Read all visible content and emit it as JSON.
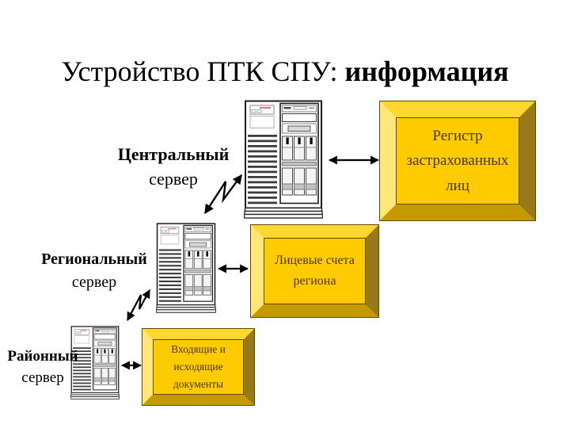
{
  "title": {
    "prefix": "Устройство ПТК СПУ: ",
    "emphasis": "информация"
  },
  "servers": {
    "central": {
      "name": "Центральный",
      "type": "сервер"
    },
    "regional": {
      "name": "Региональный",
      "type": "сервер"
    },
    "district": {
      "name": "Районный",
      "type": "сервер"
    }
  },
  "datastores": {
    "register": {
      "text": "Регистр застрахованных лиц"
    },
    "accounts": {
      "text": "Лицевые счета региона"
    },
    "documents": {
      "text": "Входящие и исходящие документы"
    }
  },
  "icons": {
    "server": "server-tower-icon",
    "link_horizontal": "double-arrow-icon",
    "link_zigzag": "zigzag-double-arrow-icon"
  },
  "colors": {
    "background": "#ffffff",
    "box_face": "#fecb00",
    "box_bevel_top": "#ffd72e",
    "box_bevel_left": "#ffe678",
    "box_bevel_right": "#97791a",
    "box_bevel_bottom": "#c49a00",
    "box_outline": "#5e4900",
    "box_text": "#4d3800",
    "arrow": "#000000",
    "title_text": "#000000"
  }
}
